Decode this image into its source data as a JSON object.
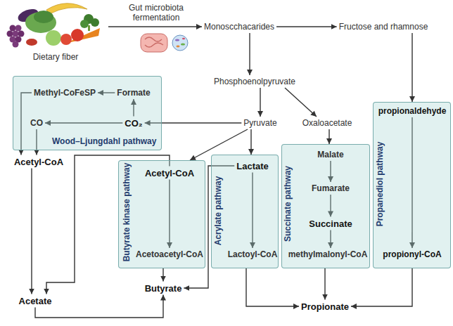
{
  "diagram": {
    "nodes": [
      {
        "text": [
          "Dietary fiber"
        ]
      },
      {
        "text": [
          "Monoscchacarides"
        ]
      },
      {
        "text": [
          "Fructose and rhamnose"
        ]
      },
      {
        "text": [
          "Phosphoenolpyruvate"
        ]
      },
      {
        "text": [
          "Wood–Ljungdahl pathway"
        ]
      },
      {
        "text": [
          "Methyl-CoFeSP"
        ],
        "in": 4
      },
      {
        "text": [
          "Formate"
        ],
        "in": 4
      },
      {
        "text": [
          "CO"
        ],
        "in": 4
      },
      {
        "text": [
          "CO₂"
        ],
        "in": 4
      },
      {
        "text": [
          "Pyruvate"
        ]
      },
      {
        "text": [
          "Oxaloacetate"
        ]
      },
      {
        "text": [
          "Acetyl-CoA"
        ]
      },
      {
        "text": [
          "Butyrate kinase pathway"
        ]
      },
      {
        "text": [
          "Acetyl-CoA"
        ],
        "in": 12
      },
      {
        "text": [
          "Acetoacetyl-CoA"
        ],
        "in": 12
      },
      {
        "text": [
          "Acrylate pathway"
        ]
      },
      {
        "text": [
          "Lactate"
        ],
        "in": 15
      },
      {
        "text": [
          "Lactoyl-CoA"
        ],
        "in": 15
      },
      {
        "text": [
          "Succinate pathway"
        ]
      },
      {
        "text": [
          "Malate"
        ],
        "in": 18
      },
      {
        "text": [
          "Fumarate"
        ],
        "in": 18
      },
      {
        "text": [
          "Succinate"
        ],
        "in": 18
      },
      {
        "text": [
          "methylmalonyl-CoA"
        ],
        "in": 18
      },
      {
        "text": [
          "Propanediol pathway"
        ]
      },
      {
        "text": [
          "propionaldehyde"
        ],
        "in": 23
      },
      {
        "text": [
          "propionyl-CoA"
        ],
        "in": 23
      },
      {
        "text": [
          "Acetate"
        ]
      },
      {
        "text": [
          "Butyrate"
        ]
      },
      {
        "text": [
          "Propionate"
        ]
      }
    ],
    "edges": [
      {
        "from": 0,
        "to": 1,
        "label": "Gut microbiota fermentation",
        "arrow": "to"
      },
      {
        "from": 1,
        "to": 2,
        "arrow": "to"
      },
      {
        "from": 1,
        "to": 3,
        "arrow": "to"
      },
      {
        "from": 2,
        "to": 23,
        "arrow": "to"
      },
      {
        "from": 3,
        "to": 9,
        "arrow": "to"
      },
      {
        "from": 3,
        "to": 10,
        "arrow": "to"
      },
      {
        "from": 9,
        "to": 8,
        "arrow": "to"
      },
      {
        "from": 8,
        "to": 6,
        "arrow": "to"
      },
      {
        "from": 6,
        "to": 5,
        "arrow": "to"
      },
      {
        "from": 8,
        "to": 7,
        "arrow": "to"
      },
      {
        "from": 5,
        "to": 11,
        "arrow": "to"
      },
      {
        "from": 7,
        "to": 11,
        "arrow": "to"
      },
      {
        "from": 9,
        "to": 12,
        "arrow": "to"
      },
      {
        "from": 9,
        "to": 15,
        "arrow": "to"
      },
      {
        "from": 10,
        "to": 18,
        "arrow": "to"
      },
      {
        "from": 11,
        "to": 26,
        "arrow": "to"
      },
      {
        "from": 13,
        "to": 26,
        "arrow": "to"
      },
      {
        "from": 13,
        "to": 14,
        "arrow": "to"
      },
      {
        "from": 12,
        "to": 27,
        "arrow": "to"
      },
      {
        "from": 16,
        "to": 17,
        "arrow": "to"
      },
      {
        "from": 16,
        "to": 27,
        "arrow": "to"
      },
      {
        "from": 19,
        "to": 20,
        "arrow": "to"
      },
      {
        "from": 20,
        "to": 21,
        "arrow": "to"
      },
      {
        "from": 21,
        "to": 22,
        "arrow": "to"
      },
      {
        "from": 18,
        "to": 28,
        "arrow": "to"
      },
      {
        "from": 15,
        "to": 28,
        "arrow": "to"
      },
      {
        "from": 24,
        "to": 25,
        "arrow": "to"
      },
      {
        "from": 23,
        "to": 28,
        "arrow": "to"
      },
      {
        "from": 26,
        "to": 27,
        "arrow": "to"
      }
    ]
  }
}
